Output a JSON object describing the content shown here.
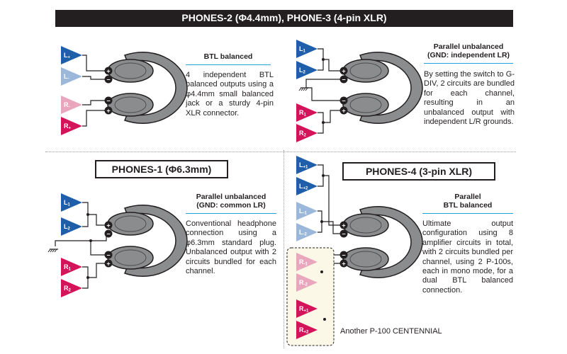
{
  "sections": {
    "top_header": "PHONES-2 (Φ4.4mm), PHONE-3 (4-pin XLR)",
    "phones1_title": "PHONES-1 (Φ6.3mm)",
    "phones4_title": "PHONES-4 (3-pin XLR)"
  },
  "btl": {
    "heading": "BTL balanced",
    "description": "4 independent BTL balanced outputs using a φ4.4mm small balanced jack or a sturdy 4-pin XLR connector."
  },
  "pu_independent": {
    "heading_line1": "Parallel unbalanced",
    "heading_line2": "(GND: independent LR)",
    "description": "By setting the switch to G-DIV, 2 circuits are bundled for each channel, resulting in an unbalanced output with independent L/R grounds."
  },
  "pu_common": {
    "heading_line1": "Parallel unbalanced",
    "heading_line2": "(GND: common LR)",
    "description": "Conventional headphone connection using a φ6.3mm standard plug. Unbalanced output with 2 circuits bundled for each channel."
  },
  "parallel_btl": {
    "heading_line1": "Parallel",
    "heading_line2": "BTL balanced",
    "description": "Ultimate output configuration using 8 amplifier circuits in total, with 2 circuits bundled per channel, using 2 P-100s, each in mono mode, for a dual BTL balanced connection.",
    "footnote": "Another P-100 CENTENNIAL"
  },
  "amp_labels": {
    "btl": [
      {
        "main": "L",
        "sub": "+"
      },
      {
        "main": "L",
        "sub": "-"
      },
      {
        "main": "R",
        "sub": "-"
      },
      {
        "main": "R",
        "sub": "+"
      }
    ],
    "pu_ind": [
      {
        "main": "L",
        "sub": "1"
      },
      {
        "main": "L",
        "sub": "2"
      },
      {
        "main": "R",
        "sub": "1"
      },
      {
        "main": "R",
        "sub": "2"
      }
    ],
    "pu_com": [
      {
        "main": "L",
        "sub": "1"
      },
      {
        "main": "L",
        "sub": "2"
      },
      {
        "main": "R",
        "sub": "1"
      },
      {
        "main": "R",
        "sub": "2"
      }
    ],
    "pbtl": [
      {
        "main": "L",
        "sub": "+1"
      },
      {
        "main": "L",
        "sub": "+2"
      },
      {
        "main": "L",
        "sub": "-1"
      },
      {
        "main": "L",
        "sub": "-2"
      },
      {
        "main": "R",
        "sub": "-1"
      },
      {
        "main": "R",
        "sub": "-2"
      },
      {
        "main": "R",
        "sub": "+1"
      },
      {
        "main": "R",
        "sub": "+2"
      }
    ]
  },
  "polarity": {
    "plus": "+",
    "minus": "−"
  },
  "colors": {
    "blue": "#1f5ea8",
    "pink": "#d4145a",
    "light_blue": "#9bb8da",
    "light_pink": "#e9a6bd",
    "accent_line": "#23a4d9",
    "headphone": "#8a8c8e"
  },
  "icons": [
    "amplifier-triangle-icon",
    "headphones-icon",
    "ground-symbol-icon"
  ]
}
